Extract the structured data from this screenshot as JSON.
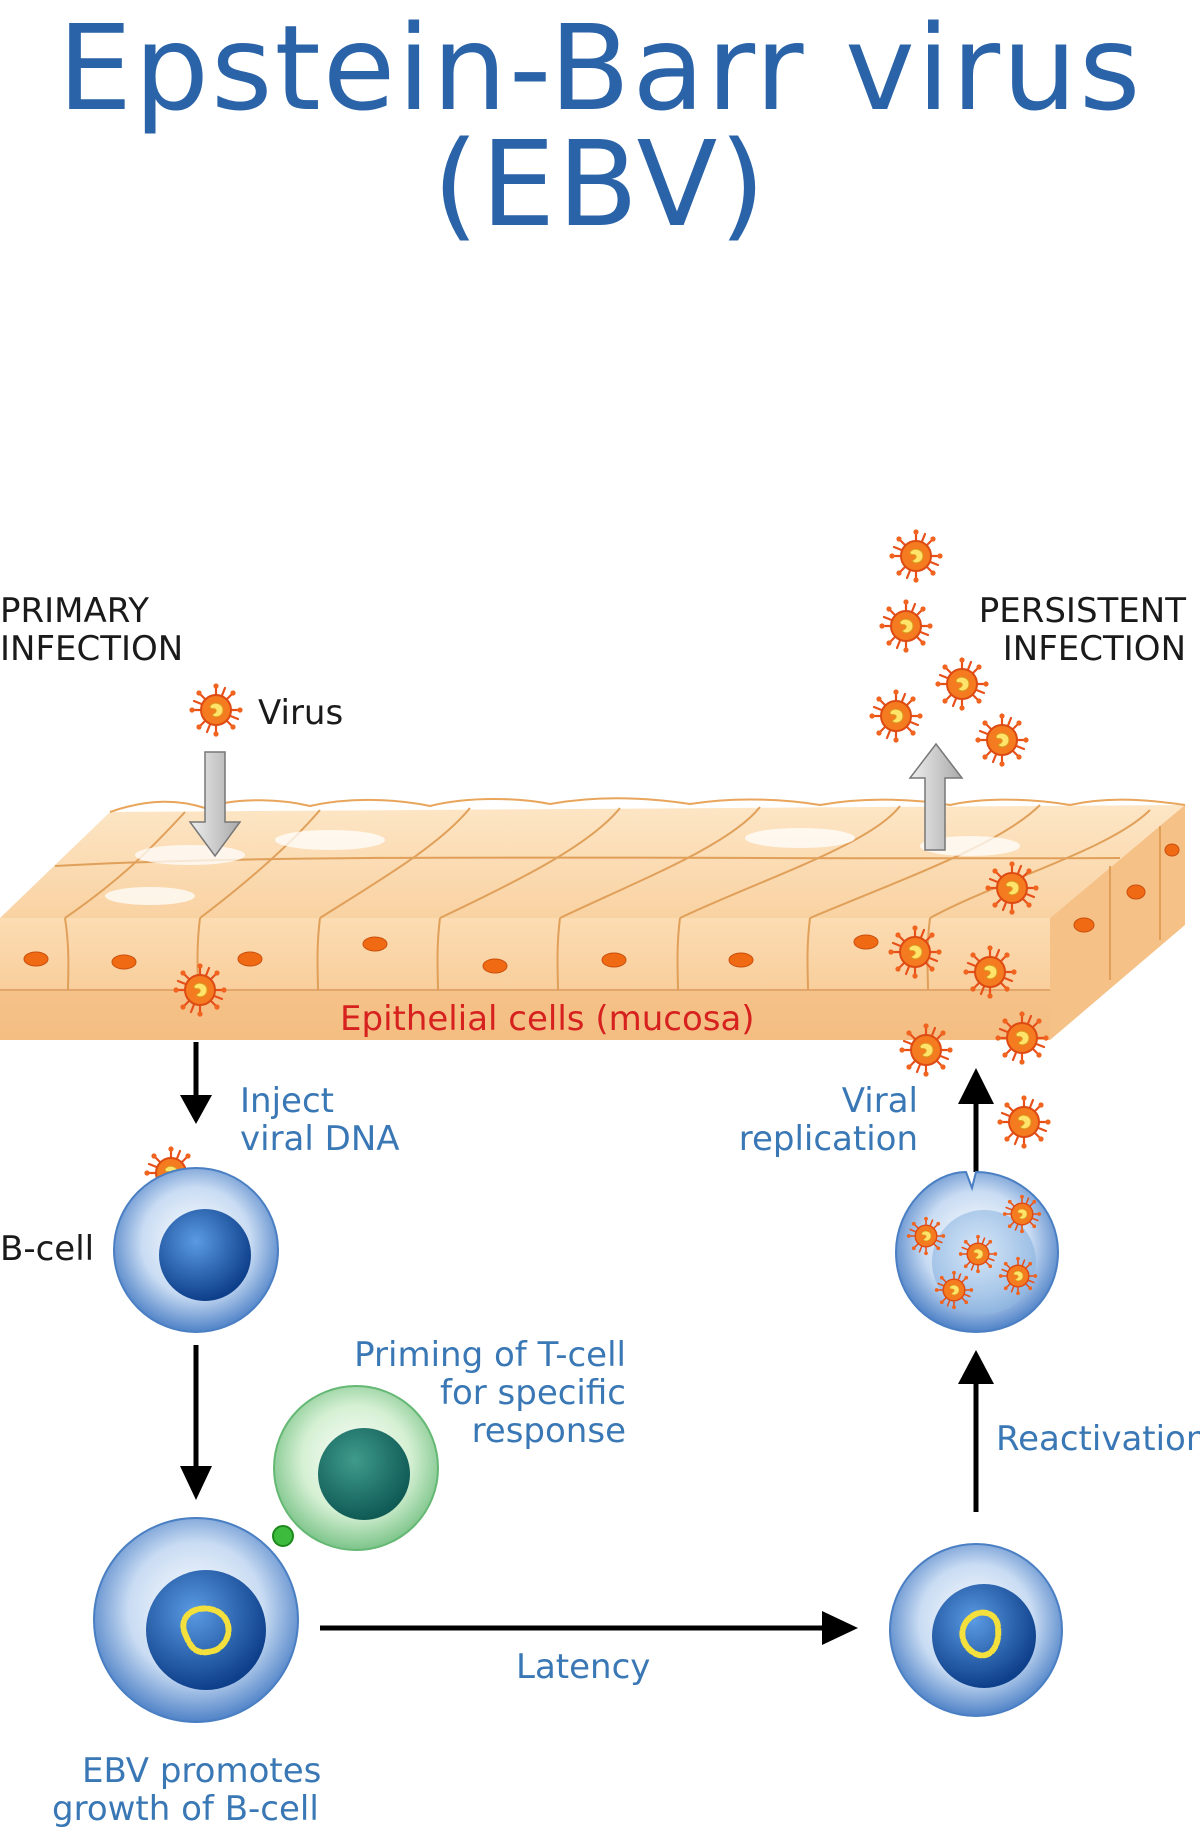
{
  "title": {
    "line1": "Epstein-Barr virus",
    "line2": "(EBV)"
  },
  "labels": {
    "primary_line1": "PRIMARY",
    "primary_line2": "INFECTION",
    "persistent_line1": "PERSISTENT",
    "persistent_line2": "INFECTION",
    "virus": "Virus",
    "epithelial": "Epithelial cells (mucosa)",
    "inject_line1": "Inject",
    "inject_line2": "viral DNA",
    "viral_line1": "Viral",
    "viral_line2": "replication",
    "bcell": "B-cell",
    "priming_line1": "Priming of T-cell",
    "priming_line2": "for specific",
    "priming_line3": "response",
    "reactivation": "Reactivation",
    "latency": "Latency",
    "ebv_line1": "EBV promotes",
    "ebv_line2": "growth of B-cell"
  },
  "colors": {
    "title": "#2b63a8",
    "blue_text": "#3a78b5",
    "red_text": "#d6211f",
    "epithelium": "#fbd7a9",
    "virus": "#f07a1e",
    "bcell_nucleus": "#1d5fb0",
    "tcell": "#9ad49f"
  }
}
